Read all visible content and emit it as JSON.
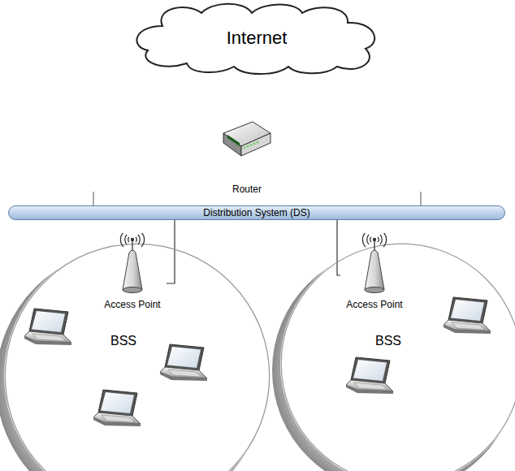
{
  "diagram": {
    "nodes": [
      {
        "text": [
          "Internet"
        ]
      },
      {
        "text": [
          "Router"
        ]
      },
      {
        "text": [
          "Distribution System (DS)"
        ]
      },
      {
        "text": [
          "BSS"
        ]
      },
      {
        "text": [
          "Access Point"
        ],
        "in": 3
      },
      {
        "text": [
          "BSS"
        ]
      },
      {
        "text": [
          "Access Point"
        ],
        "in": 5
      }
    ],
    "edges": [
      {
        "from": 2,
        "to": 4,
        "arrow": "none"
      },
      {
        "from": 2,
        "to": 6,
        "arrow": "none"
      }
    ]
  }
}
